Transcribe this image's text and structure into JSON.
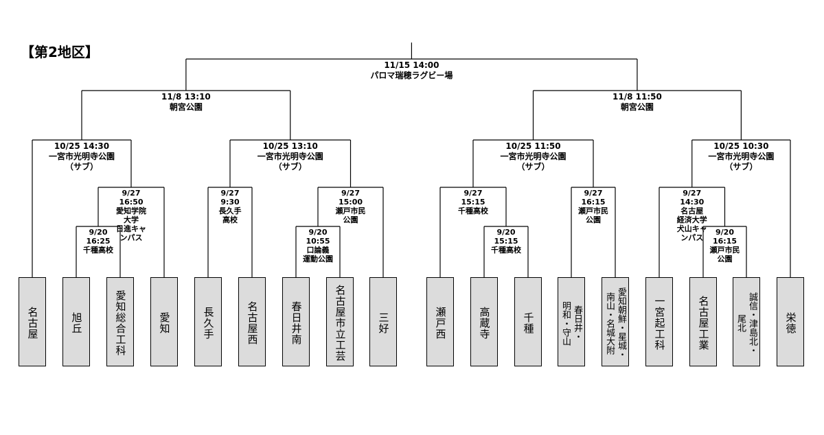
{
  "title": "【第2地区】",
  "final": {
    "lines": [
      "11/15 14:00",
      "パロマ瑞穂ラグビー場"
    ]
  },
  "semis": [
    {
      "lines": [
        "11/8 13:10",
        "朝宮公園"
      ]
    },
    {
      "lines": [
        "11/8 11:50",
        "朝宮公園"
      ]
    }
  ],
  "quarters": [
    {
      "lines": [
        "10/25 14:30",
        "一宮市光明寺公園",
        "（サブ）"
      ]
    },
    {
      "lines": [
        "10/25 13:10",
        "一宮市光明寺公園",
        "（サブ）"
      ]
    },
    {
      "lines": [
        "10/25 11:50",
        "一宮市光明寺公園",
        "（サブ）"
      ]
    },
    {
      "lines": [
        "10/25 10:30",
        "一宮市光明寺公園",
        "（サブ）"
      ]
    }
  ],
  "round2": [
    {
      "lines": [
        "9/27",
        "16:50",
        "愛知学院",
        "大学",
        "日進キャ",
        "ンパス"
      ]
    },
    {
      "lines": [
        "9/27",
        "9:30",
        "長久手",
        "高校"
      ]
    },
    {
      "lines": [
        "9/27",
        "15:00",
        "瀬戸市民",
        "公園"
      ]
    },
    {
      "lines": [
        "9/27",
        "15:15",
        "千種高校"
      ]
    },
    {
      "lines": [
        "9/27",
        "16:15",
        "瀬戸市民",
        "公園"
      ]
    },
    {
      "lines": [
        "9/27",
        "14:30",
        "名古屋",
        "経済大学",
        "犬山キャ",
        "ンパス"
      ]
    }
  ],
  "round1": [
    {
      "lines": [
        "9/20",
        "16:25",
        "千種高校"
      ]
    },
    {
      "lines": [
        "9/20",
        "10:55",
        "口論義",
        "運動公園"
      ]
    },
    {
      "lines": [
        "9/20",
        "15:15",
        "千種高校"
      ]
    },
    {
      "lines": [
        "9/20",
        "16:15",
        "瀬戸市民",
        "公園"
      ]
    }
  ],
  "teams": [
    {
      "name": "名古屋",
      "cols": [
        "名古屋"
      ]
    },
    {
      "name": "旭丘",
      "cols": [
        "旭丘"
      ]
    },
    {
      "name": "愛知総合工科",
      "cols": [
        "愛知総合工科"
      ]
    },
    {
      "name": "愛知",
      "cols": [
        "愛知"
      ]
    },
    {
      "name": "長久手",
      "cols": [
        "長久手"
      ]
    },
    {
      "name": "名古屋西",
      "cols": [
        "名古屋西"
      ]
    },
    {
      "name": "春日井南",
      "cols": [
        "春日井南"
      ]
    },
    {
      "name": "名古屋市立工芸",
      "cols": [
        "名古屋市立工芸"
      ]
    },
    {
      "name": "三好",
      "cols": [
        "三好"
      ]
    },
    {
      "name": "瀬戸西",
      "cols": [
        "瀬戸西"
      ]
    },
    {
      "name": "高蔵寺",
      "cols": [
        "高蔵寺"
      ]
    },
    {
      "name": "千種",
      "cols": [
        "千種"
      ]
    },
    {
      "name": "春日井・明和・守山",
      "cols": [
        "春日井・",
        "明和・守山"
      ]
    },
    {
      "name": "愛知朝鮮・星城・南山・名城大附",
      "cols": [
        "愛知朝鮮・星城・",
        "南山・名城大附"
      ]
    },
    {
      "name": "一宮起工科",
      "cols": [
        "一宮起工科"
      ]
    },
    {
      "name": "名古屋工業",
      "cols": [
        "名古屋工業"
      ]
    },
    {
      "name": "誠信・津島北・尾北",
      "cols": [
        "誠信・津島北・",
        "尾北"
      ]
    },
    {
      "name": "栄徳",
      "cols": [
        "栄徳"
      ]
    }
  ]
}
